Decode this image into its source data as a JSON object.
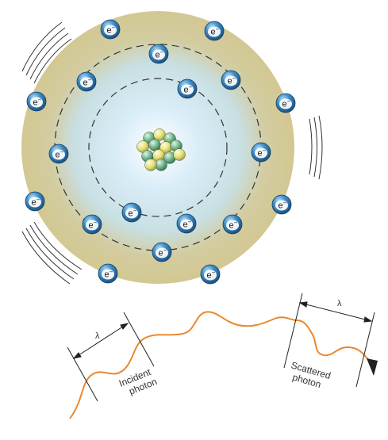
{
  "electron_label": "e",
  "electron_charge": "−",
  "wavelength_symbol": "λ",
  "incident_label": [
    "Incident",
    "photon"
  ],
  "scattered_label": [
    "Scattered",
    "photon"
  ],
  "colors": {
    "electron_cloud_outer": "#d3c893",
    "electron_cloud_inner": "#cfe7f5",
    "electron": "#3a86c0",
    "photon_wave": "#e8892e",
    "proton": "#e6e07a",
    "neutron": "#6fb48a",
    "orbit": "#333333"
  }
}
